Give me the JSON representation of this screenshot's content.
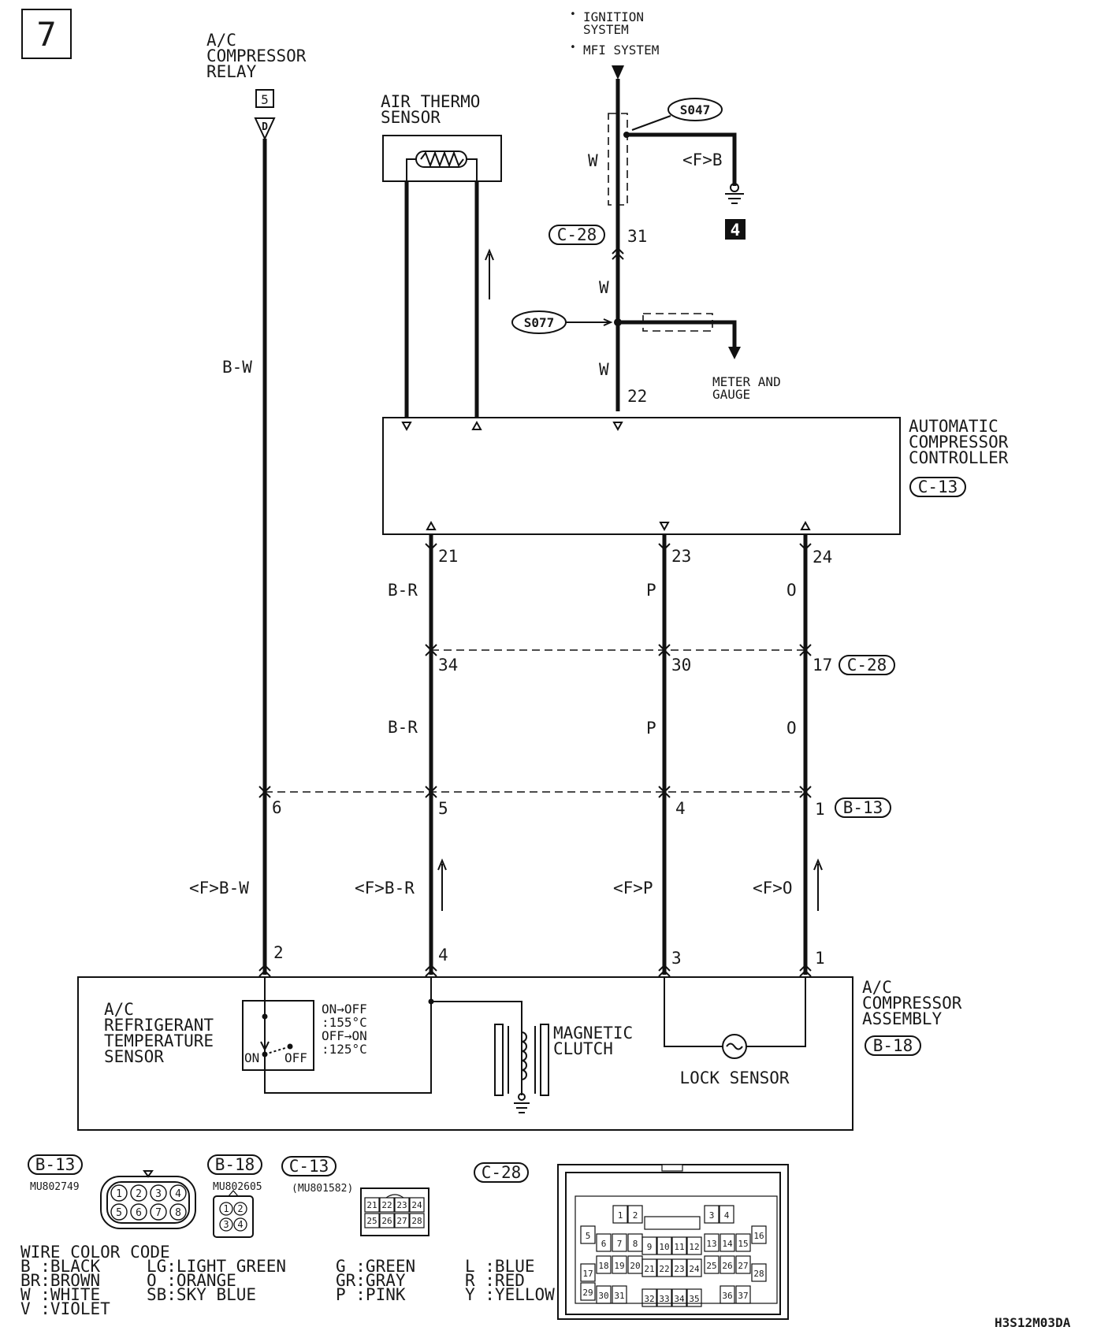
{
  "diagram_number": "7",
  "ac_relay": {
    "label_lines": [
      "A/C",
      "COMPRESSOR",
      "RELAY"
    ],
    "connector_num": "5",
    "terminal": "D",
    "wire": "B-W"
  },
  "air_thermo": {
    "label_lines": [
      "AIR THERMO",
      "SENSOR"
    ]
  },
  "ignition": {
    "line1": "IGNITION",
    "line1b": "SYSTEM",
    "line2": "MFI SYSTEM"
  },
  "splices": {
    "s047": "S047",
    "s077": "S077"
  },
  "wires": {
    "w": "W",
    "fb": "<F>B",
    "br": "B-R",
    "p": "P",
    "o": "O",
    "fbw": "<F>B-W",
    "fbr": "<F>B-R",
    "fp": "<F>P",
    "fo": "<F>O"
  },
  "ground_num": "4",
  "meter": {
    "line1": "METER AND",
    "line2": "GAUGE"
  },
  "pins": {
    "c28_31": "31",
    "c28_22": "22",
    "c13_21": "21",
    "c13_23": "23",
    "c13_24": "24",
    "c28_34": "34",
    "c28_30": "30",
    "c28_17": "17",
    "b13_6": "6",
    "b13_5": "5",
    "b13_4": "4",
    "b13_1": "1",
    "b18_2": "2",
    "b18_4": "4",
    "b18_3": "3",
    "b18_1": "1"
  },
  "connectors": {
    "c28": "C-28",
    "c13": "C-13",
    "b13": "B-13",
    "b18": "B-18"
  },
  "controller": {
    "label_lines": [
      "AUTOMATIC",
      "COMPRESSOR",
      "CONTROLLER"
    ]
  },
  "compressor_assy": {
    "label_lines": [
      "A/C",
      "COMPRESSOR",
      "ASSEMBLY"
    ]
  },
  "refrig_sensor": {
    "label_lines": [
      "A/C",
      "REFRIGERANT",
      "TEMPERATURE",
      "SENSOR"
    ],
    "on_off_1": "ON→OFF",
    "temp_1": ":155°C",
    "on_off_2": "OFF→ON",
    "temp_2": ":125°C",
    "on": "ON",
    "off": "OFF"
  },
  "magnetic_clutch": {
    "label_lines": [
      "MAGNETIC",
      "CLUTCH"
    ]
  },
  "lock_sensor": "LOCK SENSOR",
  "part_numbers": {
    "b13": "MU802749",
    "b18": "MU802605",
    "c13": "(MU801582)"
  },
  "connector_views": {
    "b13_pins": [
      "1",
      "2",
      "3",
      "4",
      "5",
      "6",
      "7",
      "8"
    ],
    "b18_pins": [
      "1",
      "2",
      "3",
      "4"
    ],
    "c13_pins": [
      "21",
      "22",
      "23",
      "24",
      "25",
      "26",
      "27",
      "28"
    ],
    "c28_pins": [
      "1",
      "2",
      "3",
      "4",
      "5",
      "6",
      "7",
      "8",
      "9",
      "10",
      "11",
      "12",
      "13",
      "14",
      "15",
      "16",
      "17",
      "18",
      "19",
      "20",
      "21",
      "22",
      "23",
      "24",
      "25",
      "26",
      "27",
      "28",
      "29",
      "30",
      "31",
      "32",
      "33",
      "34",
      "35",
      "36",
      "37"
    ]
  },
  "wire_color_code": {
    "title": "WIRE COLOR CODE",
    "col1": [
      "B :BLACK",
      "BR:BROWN",
      "W :WHITE",
      "V :VIOLET"
    ],
    "col2": [
      "LG:LIGHT GREEN",
      "O :ORANGE",
      "SB:SKY BLUE"
    ],
    "col3": [
      "G :GREEN",
      "GR:GRAY",
      "P :PINK"
    ],
    "col4": [
      "L :BLUE",
      "R :RED",
      "Y :YELLOW"
    ]
  },
  "doc_code": "H3S12M03DA"
}
